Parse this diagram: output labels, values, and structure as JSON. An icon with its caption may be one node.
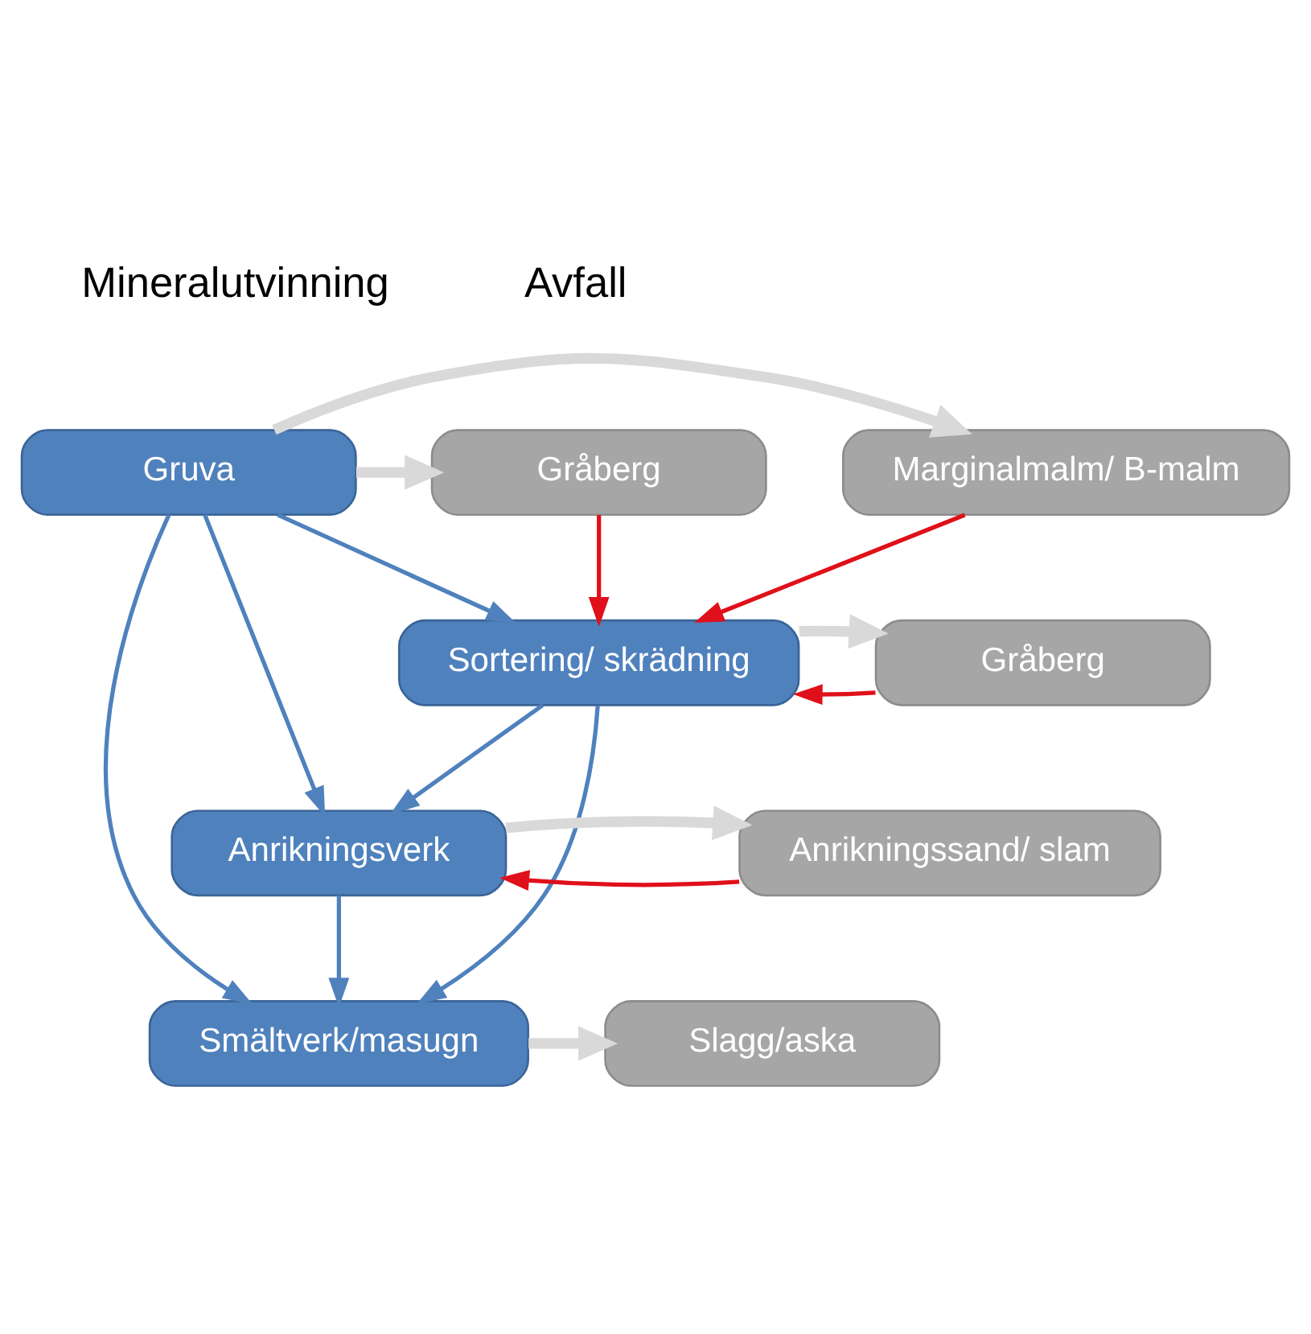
{
  "diagram": {
    "nodes": [
      {
        "text": [
          "Gruva"
        ]
      },
      {
        "text": [
          "Sortering/ skrädning"
        ]
      },
      {
        "text": [
          "Anrikningsverk"
        ]
      },
      {
        "text": [
          "Smältverk/masugn"
        ]
      },
      {
        "text": [
          "Gråberg"
        ]
      },
      {
        "text": [
          "Marginalmalm/ B-malm"
        ]
      },
      {
        "text": [
          "Gråberg"
        ]
      },
      {
        "text": [
          "Anrikningssand/ slam"
        ]
      },
      {
        "text": [
          "Slagg/aska"
        ]
      }
    ],
    "edges": [
      {
        "from": 0,
        "to": 4,
        "arrow": "to",
        "style": "thick",
        "color": "#d9d9d9"
      },
      {
        "from": 0,
        "to": 5,
        "arrow": "to",
        "style": "thick",
        "color": "#d9d9d9"
      },
      {
        "from": 0,
        "to": 3,
        "arrow": "to"
      },
      {
        "from": 0,
        "to": 1,
        "arrow": "to"
      },
      {
        "from": 0,
        "to": 2,
        "arrow": "to"
      },
      {
        "from": 4,
        "to": 1,
        "arrow": "to",
        "color": "#e0101a"
      },
      {
        "from": 5,
        "to": 1,
        "arrow": "to",
        "color": "#e0101a"
      },
      {
        "from": 6,
        "to": 1,
        "arrow": "to",
        "color": "#e0101a"
      },
      {
        "from": 1,
        "to": 6,
        "arrow": "to",
        "style": "thick",
        "color": "#d9d9d9"
      },
      {
        "from": 1,
        "to": 3,
        "arrow": "to"
      },
      {
        "from": 1,
        "to": 2,
        "arrow": "to"
      },
      {
        "from": 7,
        "to": 2,
        "arrow": "to",
        "color": "#e0101a"
      },
      {
        "from": 2,
        "to": 7,
        "arrow": "to",
        "style": "thick",
        "color": "#d9d9d9"
      },
      {
        "from": 2,
        "to": 3,
        "arrow": "to"
      },
      {
        "from": 3,
        "to": 8,
        "arrow": "to",
        "style": "thick",
        "color": "#d9d9d9"
      }
    ],
    "labels": [
      "Mineralutvinning",
      "Avfall"
    ]
  }
}
